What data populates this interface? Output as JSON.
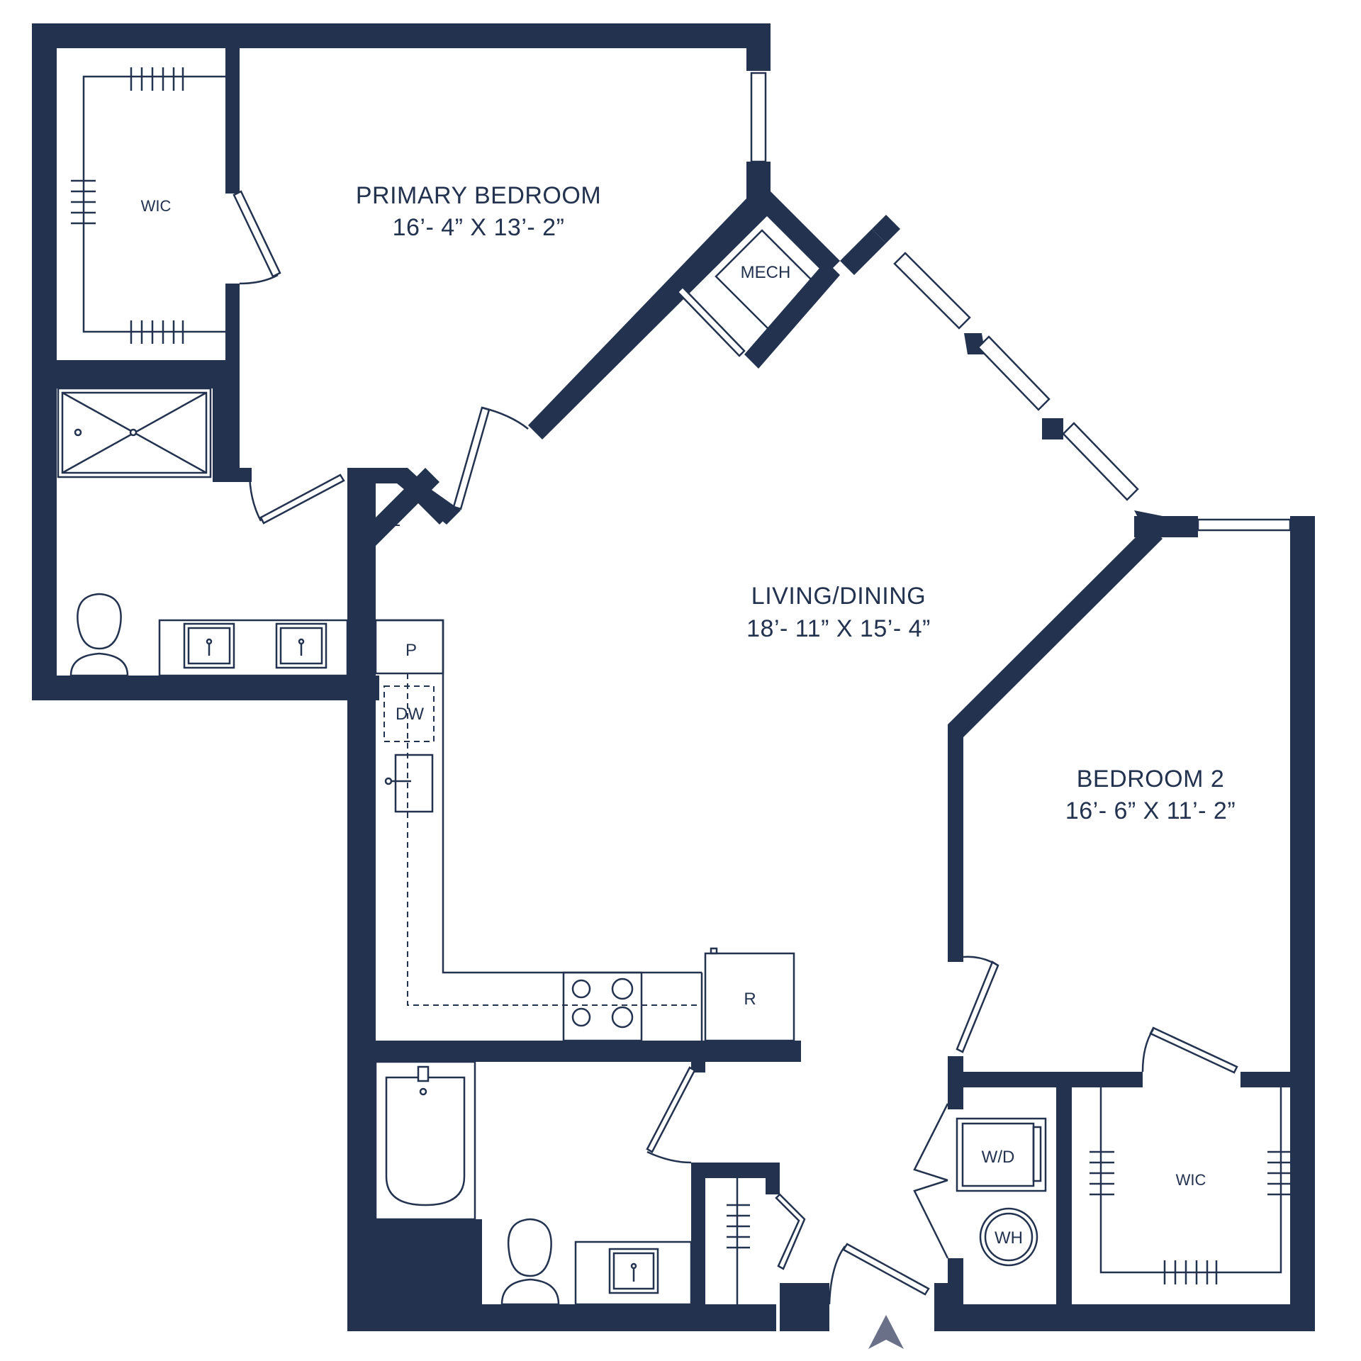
{
  "rooms": {
    "primary_bedroom": {
      "name": "PRIMARY BEDROOM",
      "dims": "16’- 4” X 13’- 2”"
    },
    "living_dining": {
      "name": "LIVING/DINING",
      "dims": "18’- 11” X 15’- 4”"
    },
    "bedroom_2": {
      "name": "BEDROOM 2",
      "dims": "16’- 6” X 11’- 2”"
    }
  },
  "labels": {
    "wic_primary": "WIC",
    "wic_bedroom2": "WIC",
    "mech": "MECH",
    "linen": "L",
    "pantry": "P",
    "dishwasher": "DW",
    "refrigerator": "R",
    "washer_dryer": "W/D",
    "water_heater": "WH"
  },
  "colors": {
    "wall": "#22324f",
    "background": "#ffffff"
  },
  "icons": {
    "north_arrow": "north-arrow-icon"
  }
}
